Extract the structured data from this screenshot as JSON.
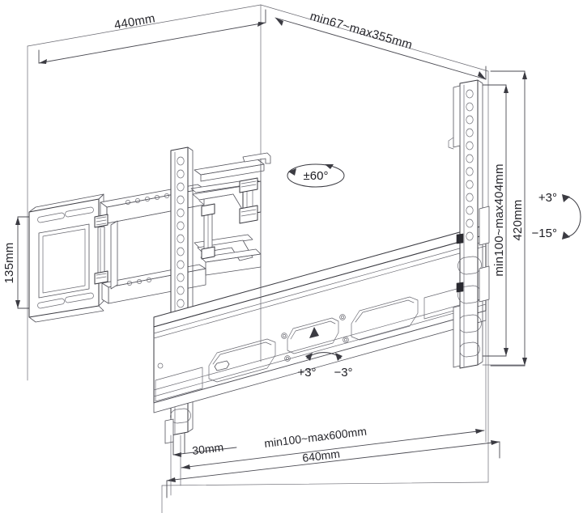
{
  "drawing": {
    "title": "TV wall mount bracket technical dimension drawing",
    "background_color": "#ffffff",
    "line_color": "#3b3b42",
    "text_color": "#25252b",
    "view": "isometric exploded dimension view"
  },
  "dimensions": {
    "depth_top_left": "440mm",
    "extension_top_right": "min67~max355mm",
    "plate_height_left": "135mm",
    "vesa_height_right": "min100~max404mm",
    "rail_height_right": "420mm",
    "offset_bottom_left": "30mm",
    "vesa_width_bottom": "min100~max600mm",
    "rail_width_bottom": "640mm"
  },
  "angles": {
    "swivel": "±60°",
    "tilt_up": "+3°",
    "tilt_down": "−15°",
    "rotate_plus": "+3°",
    "rotate_minus": "−3°"
  },
  "icons": {
    "swivel": "swivel-rotation-icon",
    "tilt": "tilt-arc-icon",
    "rotate": "rotation-arc-icon",
    "up_marker": "up-arrow-marker-icon"
  }
}
